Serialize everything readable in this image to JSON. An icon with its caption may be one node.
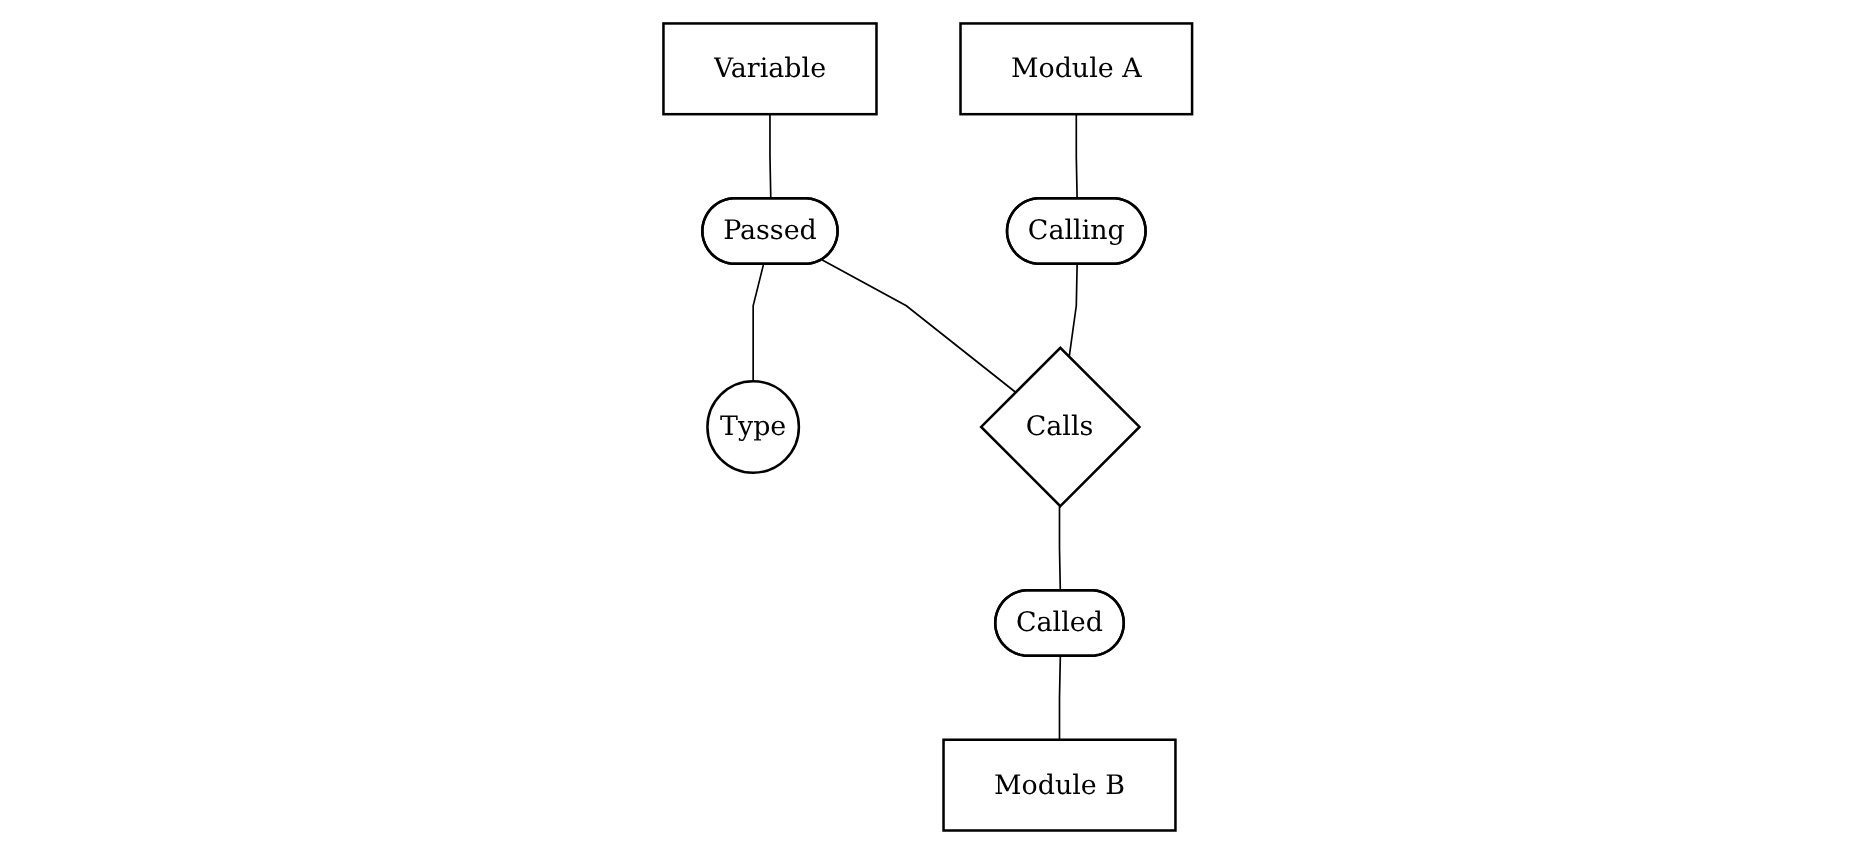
{
  "diagram": {
    "nodes": [
      {
        "text": [
          "Variable"
        ]
      },
      {
        "text": [
          "Passed"
        ]
      },
      {
        "text": [
          "Type"
        ]
      },
      {
        "text": [
          "Module A"
        ]
      },
      {
        "text": [
          "Calling"
        ]
      },
      {
        "text": [
          "Calls"
        ]
      },
      {
        "text": [
          "Called"
        ]
      },
      {
        "text": [
          "Module B"
        ]
      }
    ],
    "edges": [
      {
        "from": 0,
        "to": 1,
        "arrow": "none"
      },
      {
        "from": 1,
        "to": 2,
        "arrow": "none"
      },
      {
        "from": 1,
        "to": 5,
        "arrow": "none"
      },
      {
        "from": 3,
        "to": 4,
        "arrow": "none"
      },
      {
        "from": 4,
        "to": 5,
        "arrow": "none"
      },
      {
        "from": 5,
        "to": 6,
        "arrow": "none"
      },
      {
        "from": 6,
        "to": 7,
        "arrow": "none"
      }
    ]
  }
}
